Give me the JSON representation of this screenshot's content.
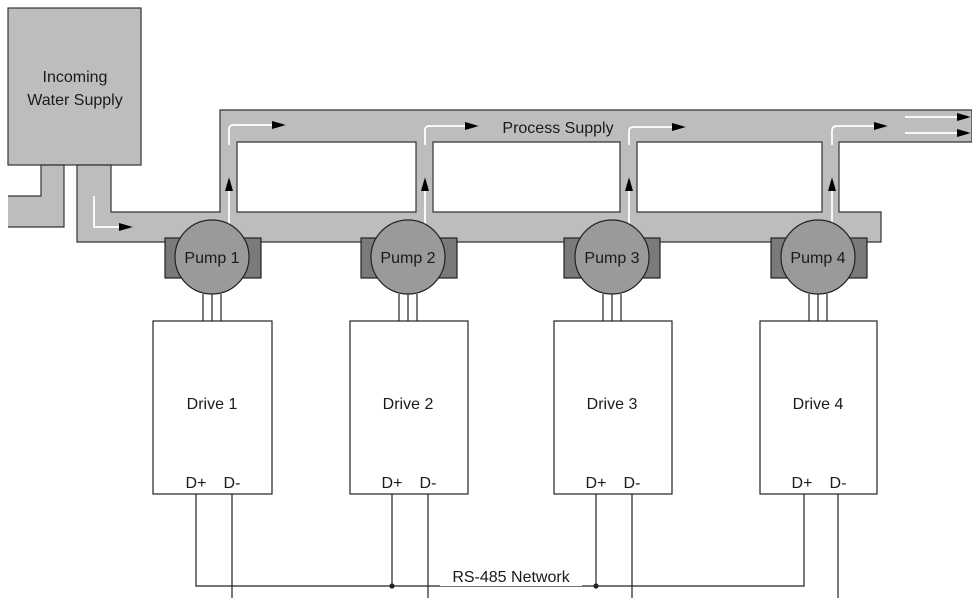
{
  "source": {
    "label_line1": "Incoming",
    "label_line2": "Water Supply"
  },
  "header": {
    "label": "Process Supply"
  },
  "pumps": [
    {
      "label": "Pump 1"
    },
    {
      "label": "Pump 2"
    },
    {
      "label": "Pump 3"
    },
    {
      "label": "Pump 4"
    }
  ],
  "drives": [
    {
      "label": "Drive 1",
      "d_plus": "D+",
      "d_minus": "D-"
    },
    {
      "label": "Drive 2",
      "d_plus": "D+",
      "d_minus": "D-"
    },
    {
      "label": "Drive 3",
      "d_plus": "D+",
      "d_minus": "D-"
    },
    {
      "label": "Drive 4",
      "d_plus": "D+",
      "d_minus": "D-"
    }
  ],
  "network": {
    "label": "RS-485 Network"
  },
  "colors": {
    "pipe": "#bdbdbd",
    "tank": "#bdbdbd",
    "pump": "#9a9a9a",
    "pump_body": "#7a7a7a",
    "line": "#222222"
  }
}
